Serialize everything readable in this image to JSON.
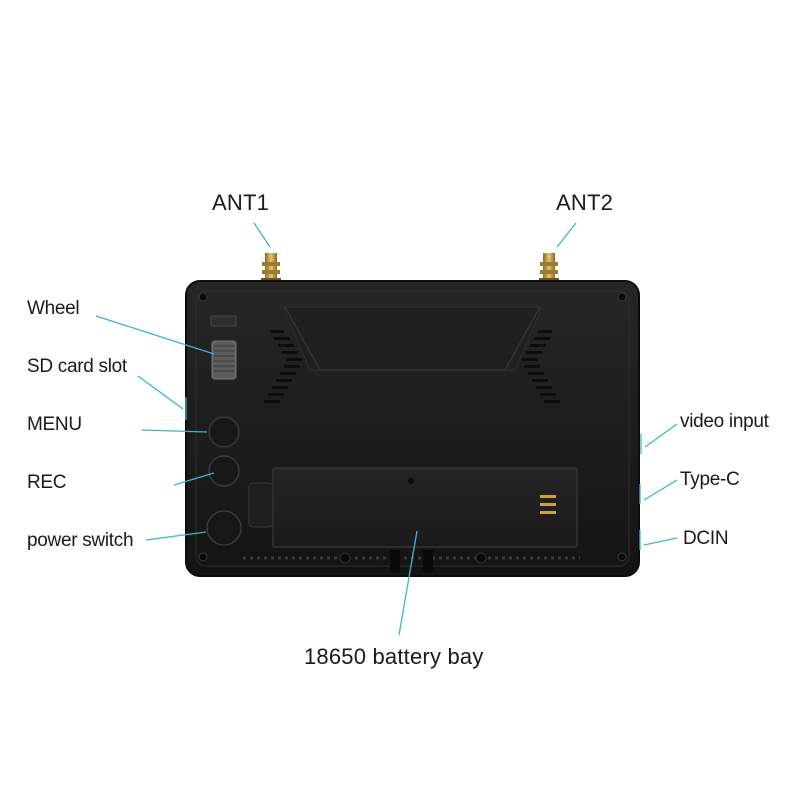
{
  "labels": {
    "ant1": "ANT1",
    "ant2": "ANT2",
    "wheel": "Wheel",
    "sd_card_slot": "SD card slot",
    "menu": "MENU",
    "rec": "REC",
    "power_switch": "power switch",
    "video_input": "video input",
    "type_c": "Type-C",
    "dcin": "DCIN",
    "battery_bay": "18650 battery bay"
  },
  "colors": {
    "leader": "#39b8c8",
    "body": "#1b1b1b",
    "body_edge": "#0c0c0c",
    "gold": "#c9a24a",
    "text": "#1a1a1a"
  }
}
